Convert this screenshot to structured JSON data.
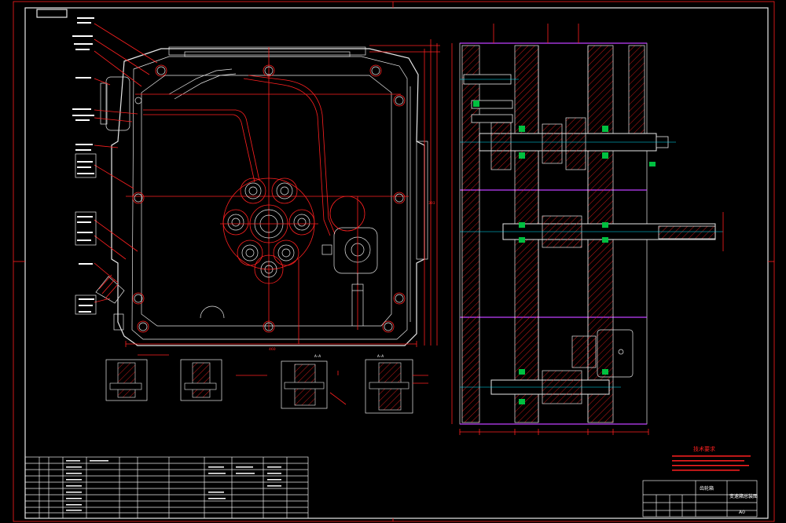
{
  "drawing": {
    "colors": {
      "background": "#000000",
      "outline": "#e8e8e8",
      "dimension": "#ff2020",
      "hatch": "#ff2020",
      "centerline": "#00e5ff",
      "plate": "#c040ff",
      "seal": "#00c040"
    },
    "section_marks": {
      "aa_top": "A—A",
      "aa_detail": "A—A"
    },
    "title_block": {
      "company_label": "齿轮箱",
      "drawing_name": "变速箱总装图",
      "sheet_size": "A0"
    },
    "tech_requirements": {
      "title": "技术要求"
    },
    "dimension_labels": {
      "overall_width": "460",
      "height_right": "393"
    }
  }
}
